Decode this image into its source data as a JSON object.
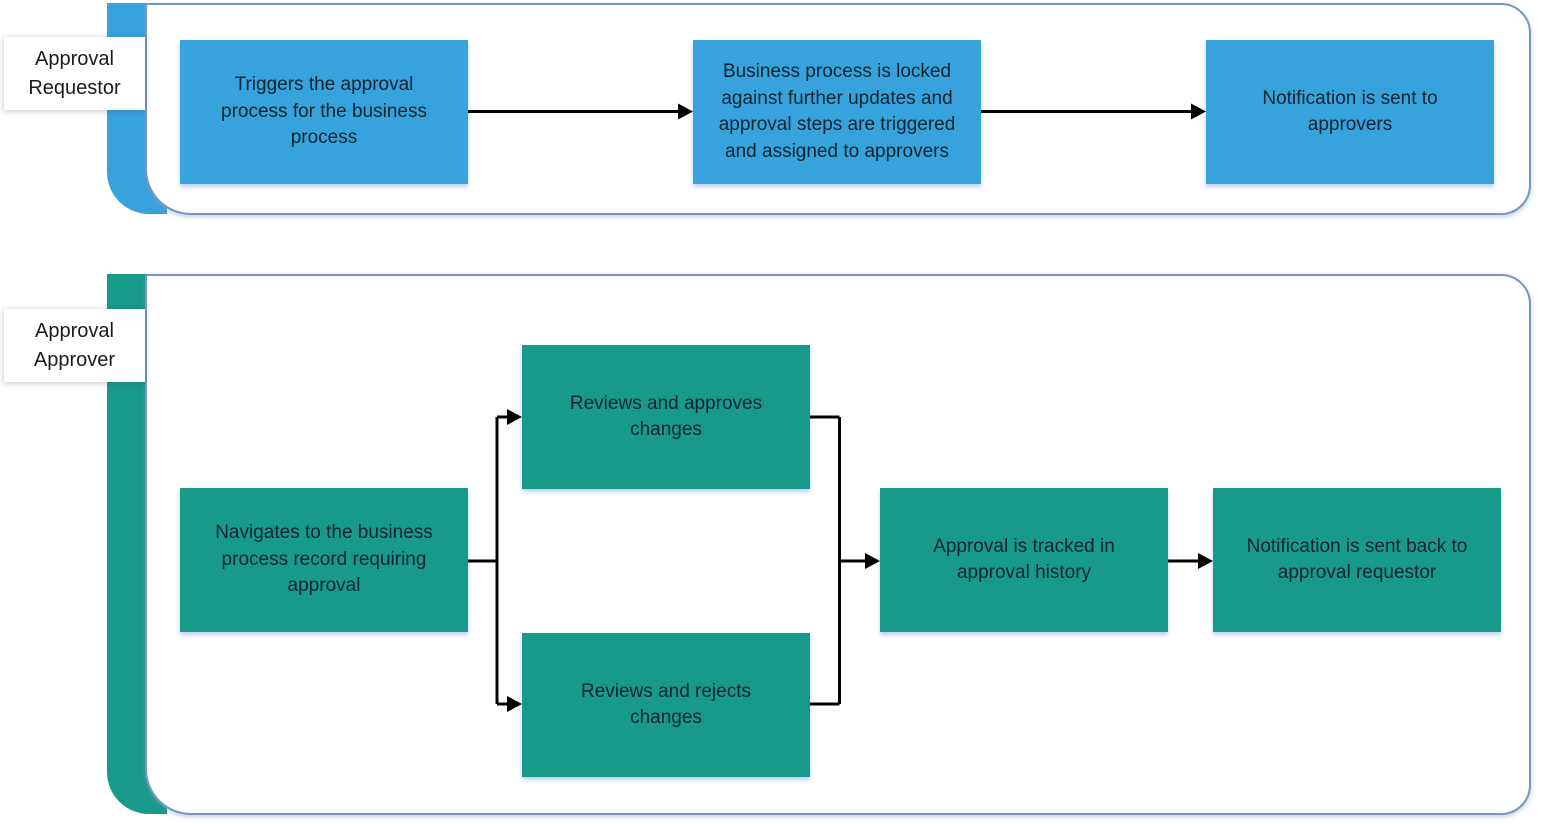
{
  "diagram": {
    "type": "swimlane-flowchart",
    "colors": {
      "requestor_lane": "#36a3dc",
      "approver_lane": "#189a8b",
      "panel_border": "#7895c4",
      "arrow": "#000000",
      "step_text": "#0f2430",
      "label_text": "#1c1c1c"
    },
    "lanes": [
      {
        "label": "Approval\nRequestor",
        "steps": [
          "Triggers the approval\nprocess for the business\nprocess",
          "Business process is locked\nagainst further updates and\napproval steps are triggered\nand assigned to approvers",
          "Notification is sent to\napprovers"
        ]
      },
      {
        "label": "Approval\nApprover",
        "steps": [
          "Navigates to the business\nprocess record requiring\napproval",
          "Reviews and approves\nchanges",
          "Reviews and rejects\nchanges",
          "Approval is tracked in\napproval history",
          "Notification is sent back to\napproval requestor"
        ]
      }
    ]
  }
}
